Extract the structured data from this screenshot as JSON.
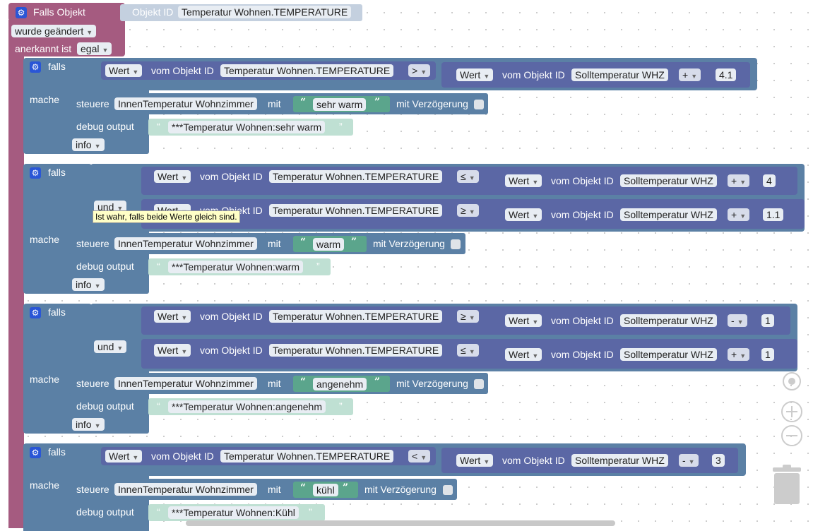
{
  "event": {
    "title": "Falls Objekt",
    "object_label": "Objekt ID",
    "object_id": "Temperatur Wohnen.TEMPERATURE",
    "changed": "wurde geändert",
    "ack_label": "anerkannt ist",
    "ack_value": "egal"
  },
  "common": {
    "falls": "falls",
    "mache": "mache",
    "wert": "Wert",
    "vom": "vom Objekt ID",
    "obj_temp": "Temperatur Wohnen.TEMPERATURE",
    "obj_soll": "Solltemperatur WHZ",
    "steuere": "steuere",
    "target": "InnenTemperatur Wohnzimmer",
    "mit": "mit",
    "delay": "mit Verzögerung",
    "debug": "debug output",
    "info": "info",
    "und": "und",
    "open_quote": "“",
    "close_quote": "”"
  },
  "blocks": [
    {
      "op1": ">",
      "math": "+",
      "num": "4.1",
      "value": "sehr warm",
      "log": "***Temperatur Wohnen:sehr warm"
    },
    {
      "op1": "≤",
      "math1": "+",
      "num1": "4",
      "op2": "≥",
      "math2": "+",
      "num2": "1.1",
      "value": "warm",
      "log": "***Temperatur Wohnen:warm"
    },
    {
      "op1": "≥",
      "math1": "-",
      "num1": "1",
      "op2": "≤",
      "math2": "+",
      "num2": "1",
      "value": "angenehm",
      "log": "***Temperatur Wohnen:angenehm"
    },
    {
      "op1": "<",
      "math": "-",
      "num": "3",
      "value": "kühl",
      "log": "***Temperatur Wohnen:Kühl"
    }
  ],
  "tooltip": "Ist wahr, falls beide Werte gleich sind."
}
